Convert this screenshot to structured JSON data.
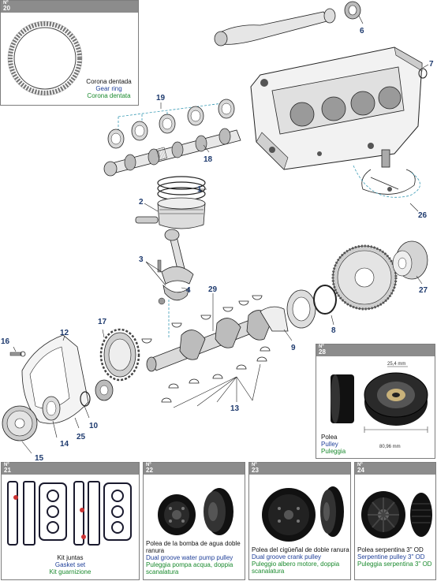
{
  "labels": {
    "no_mark": "Nº"
  },
  "main_callouts": [
    {
      "id": "1",
      "text": "1"
    },
    {
      "id": "2",
      "text": "2"
    },
    {
      "id": "3",
      "text": "3"
    },
    {
      "id": "4",
      "text": "4"
    },
    {
      "id": "6",
      "text": "6"
    },
    {
      "id": "7",
      "text": "7"
    },
    {
      "id": "8",
      "text": "8"
    },
    {
      "id": "9",
      "text": "9"
    },
    {
      "id": "10",
      "text": "10"
    },
    {
      "id": "12",
      "text": "12"
    },
    {
      "id": "13",
      "text": "13"
    },
    {
      "id": "14",
      "text": "14"
    },
    {
      "id": "15",
      "text": "15"
    },
    {
      "id": "16",
      "text": "16"
    },
    {
      "id": "17",
      "text": "17"
    },
    {
      "id": "18",
      "text": "18"
    },
    {
      "id": "19",
      "text": "19"
    },
    {
      "id": "25",
      "text": "25"
    },
    {
      "id": "26",
      "text": "26"
    },
    {
      "id": "27",
      "text": "27"
    },
    {
      "id": "29",
      "text": "29"
    }
  ],
  "panels": {
    "p20": {
      "number": "20",
      "es": "Corona dentada",
      "en": "Gear ring",
      "it": "Corona dentata"
    },
    "p28": {
      "number": "28",
      "es": "Polea",
      "en": "Pulley",
      "it": "Puleggia",
      "dim_top": "25,4 mm",
      "dim_bottom": "80,96 mm"
    },
    "p21": {
      "number": "21",
      "es": "Kit juntas",
      "en": "Gasket set",
      "it": "Kit guarnizione"
    },
    "p22": {
      "number": "22",
      "es": "Polea de la bomba de agua doble ranura",
      "en": "Dual groove water pump pulley",
      "it": "Puleggia pompa acqua, doppia scanalatura"
    },
    "p23": {
      "number": "23",
      "es": "Polea del cigüeñal de doble ranura",
      "en": "Dual groove crank pulley",
      "it": "Puleggio albero motore, doppia scanalatura"
    },
    "p24": {
      "number": "24",
      "es": "Polea serpentina 3\" OD",
      "en": "Serpentine pulley 3\" OD",
      "it": "Puleggia serpentina 3\" OD"
    }
  },
  "colors": {
    "callout": "#1e3a6e",
    "panel_header": "#8c8c8c",
    "english": "#1f3f99",
    "italian": "#1a8a2e",
    "leader": "#3a9bb5"
  }
}
